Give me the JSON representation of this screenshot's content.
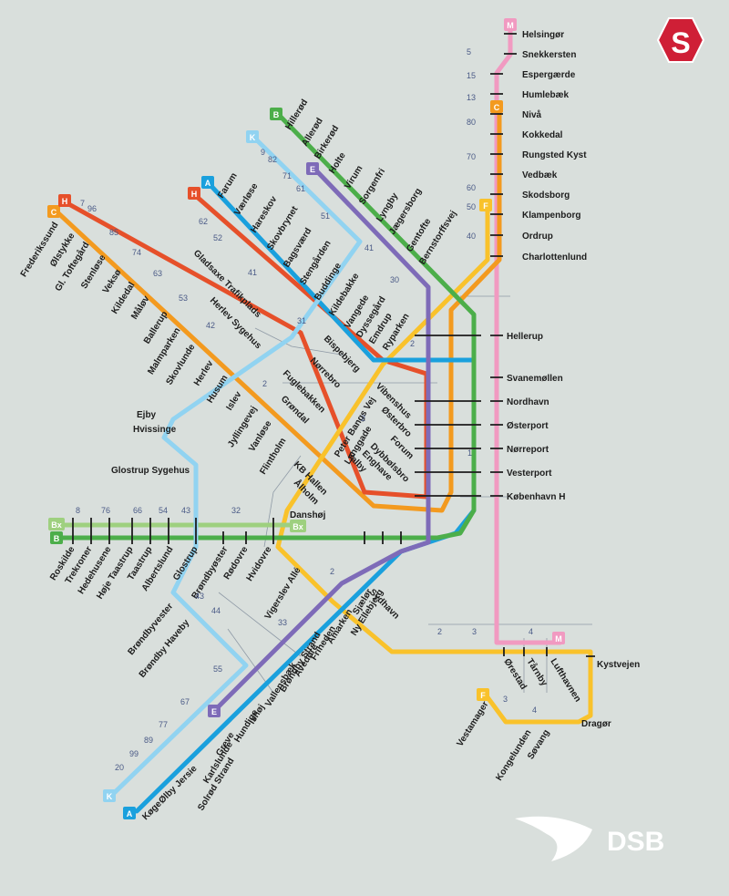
{
  "logo_s": "S",
  "logo_dsb": "DSB",
  "colors": {
    "background": "#d9dfdc",
    "A": "#1aa0dd",
    "B": "#4cae4a",
    "Bx": "#9ed07f",
    "C": "#f39a1f",
    "E": "#7e6bb8",
    "F": "#f9c22b",
    "H": "#e6502a",
    "K": "#91d3f1",
    "M": "#f19ac1",
    "logo_red": "#cf1f36"
  },
  "lines": [
    {
      "id": "A",
      "label": "A"
    },
    {
      "id": "B",
      "label": "B"
    },
    {
      "id": "Bx",
      "label": "Bx"
    },
    {
      "id": "C",
      "label": "C"
    },
    {
      "id": "E",
      "label": "E"
    },
    {
      "id": "F",
      "label": "F"
    },
    {
      "id": "H",
      "label": "H"
    },
    {
      "id": "K",
      "label": "K"
    },
    {
      "id": "M",
      "label": "M"
    }
  ],
  "stations": {
    "coast": [
      "Helsingør",
      "Snekkersten",
      "Espergærde",
      "Humlebæk",
      "Nivå",
      "Kokkedal",
      "Rungsted Kyst",
      "Vedbæk",
      "Skodsborg",
      "Klampenborg",
      "Ordrup",
      "Charlottenlund"
    ],
    "central": [
      "Hellerup",
      "Svanemøllen",
      "Nordhavn",
      "Østerport",
      "Nørreport",
      "Vesterport",
      "København H"
    ],
    "line_b": [
      "Hillerød",
      "Allerød",
      "Birkerød",
      "Holte",
      "Virum",
      "Sorgenfri",
      "Lyngby",
      "Jægersborg",
      "Gentofte",
      "Bernstorffsvej"
    ],
    "line_a": [
      "Farum",
      "Værløse",
      "Hareskov",
      "Skovbrynet",
      "Bagsværd",
      "Stengården",
      "Buddinge",
      "Kildebakke",
      "Vangede",
      "Dyssegård",
      "Emdrup",
      "Ryparken"
    ],
    "line_h": [
      "Frederikssund",
      "Ølstykke",
      "Gl. Toftegård",
      "Stenløse",
      "Veksø",
      "Kildedal",
      "Måløv",
      "Ballerup",
      "Malmparken",
      "Skovlunde",
      "Herlev",
      "Husum",
      "Islev",
      "Jyllingevej",
      "Vanløse",
      "Flintholm"
    ],
    "line_k": [
      "Gladsaxe Trafikplads",
      "Herlev Sygehus",
      "Ejby",
      "Hvissinge",
      "Glostrup Sygehus",
      "Brøndbyvester",
      "Brøndby Haveby"
    ],
    "line_f": [
      "Bispebjerg",
      "Nørrebro",
      "Fuglebakken",
      "Grøndal",
      "Peter Bangs Vej",
      "Langgade",
      "KB Hallen",
      "Danshøj",
      "Ålholm",
      "Valby",
      "Enghave",
      "Dybbølsbro",
      "Vibenshus",
      "Østerbro",
      "Forum"
    ],
    "line_b_west": [
      "Roskilde",
      "Trekroner",
      "Hedehusene",
      "Høje Taastrup",
      "Taastrup",
      "Albertslund",
      "Glostrup",
      "Brøndbyøster",
      "Rødovre",
      "Hvidovre"
    ],
    "line_a_south": [
      "Køge",
      "Ølby",
      "Jersie",
      "Solrød Strand",
      "Karlslunde",
      "Greve",
      "Hundige",
      "Ishøj",
      "Vallensbæk",
      "Brøndby Strand",
      "Avedøre",
      "Friheden",
      "Åmarken",
      "Ny Ellebjerg",
      "Sjælør",
      "Sydhavn",
      "Vigerslev Allé"
    ],
    "airport": [
      "Kystvejen",
      "Lufthavnen",
      "Tårnby",
      "Ørestad",
      "Dragør",
      "Søvang",
      "Kongelunden",
      "Vestamager"
    ]
  },
  "zones": {
    "coast": [
      "5",
      "15",
      "13",
      "80",
      "70",
      "60",
      "50",
      "40"
    ],
    "west": [
      "8",
      "76",
      "66",
      "54",
      "43",
      "32"
    ],
    "h_line": [
      "7",
      "96",
      "85",
      "74",
      "63",
      "53",
      "42",
      "31",
      "2"
    ],
    "a_line": [
      "62",
      "52",
      "41",
      "30",
      "2"
    ],
    "k_line": [
      "9",
      "82",
      "71",
      "61",
      "51",
      "41"
    ],
    "south": [
      "20",
      "99",
      "89",
      "77",
      "67",
      "55",
      "44",
      "43",
      "33",
      "2"
    ],
    "airport": [
      "2",
      "3",
      "4",
      "3",
      "4"
    ],
    "central": [
      "2",
      "1"
    ]
  }
}
